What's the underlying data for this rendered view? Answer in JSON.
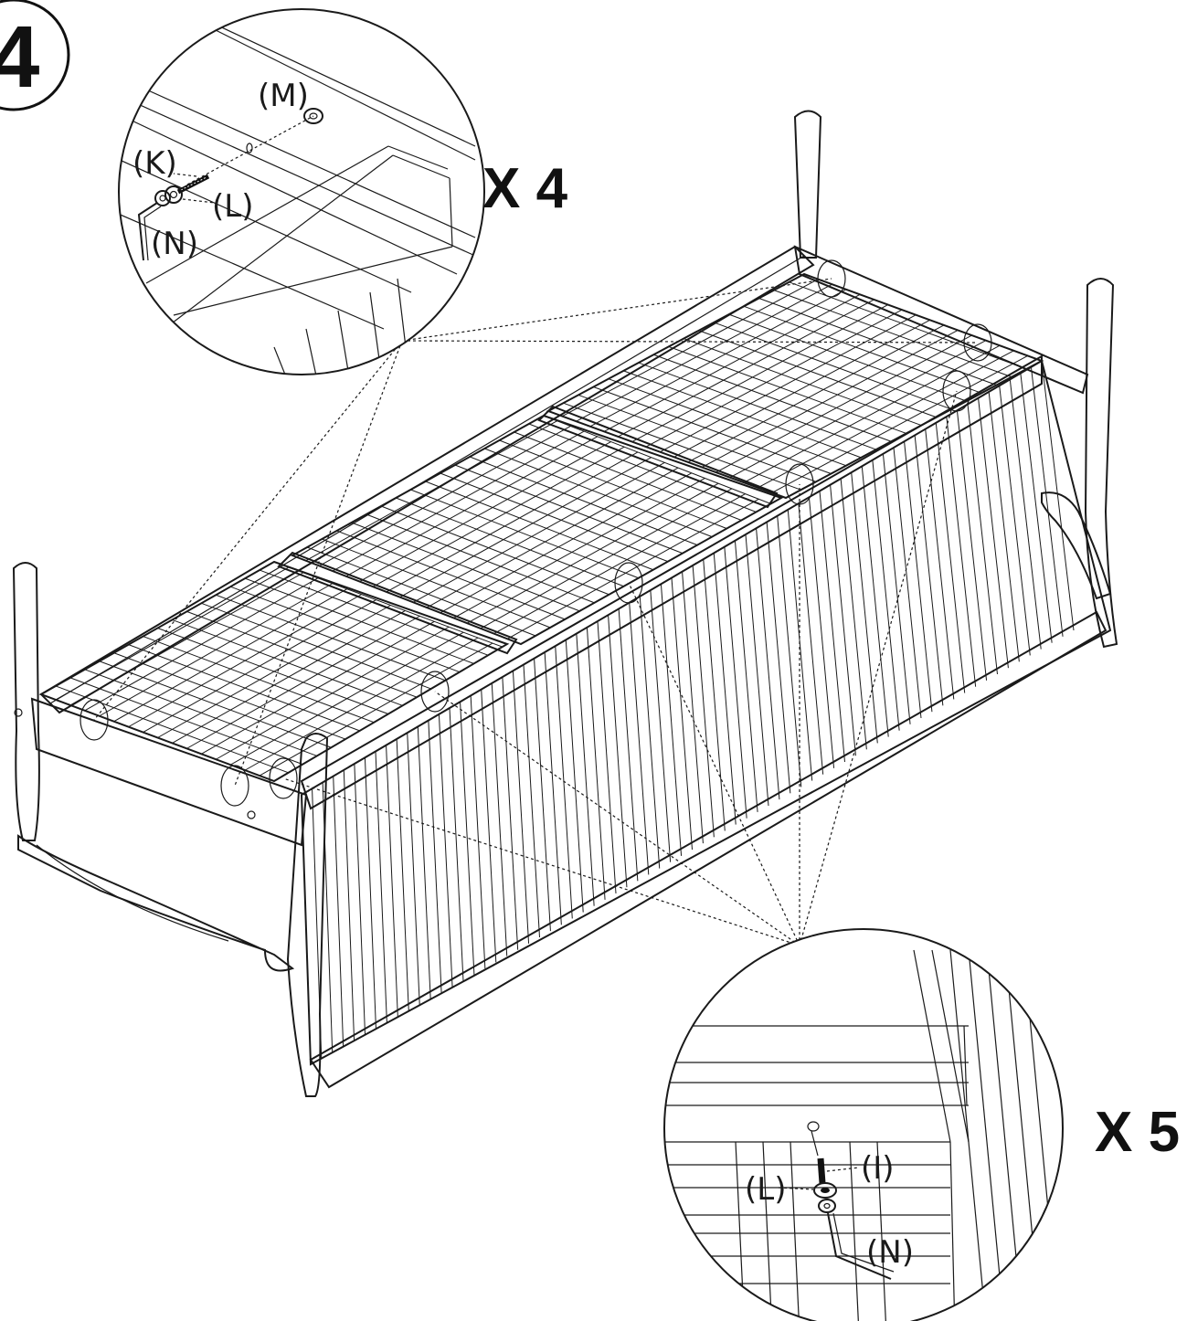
{
  "step_number": "4",
  "top_detail": {
    "quantity": "X 4",
    "labels": {
      "m": "(M)",
      "k": "(K)",
      "l": "(L)",
      "n": "(N)"
    }
  },
  "bottom_detail": {
    "quantity": "X 5",
    "labels": {
      "i": "(I)",
      "l": "(L)",
      "n": "(N)"
    }
  },
  "colors": {
    "line": "#1a1a1a",
    "background": "#ffffff"
  }
}
